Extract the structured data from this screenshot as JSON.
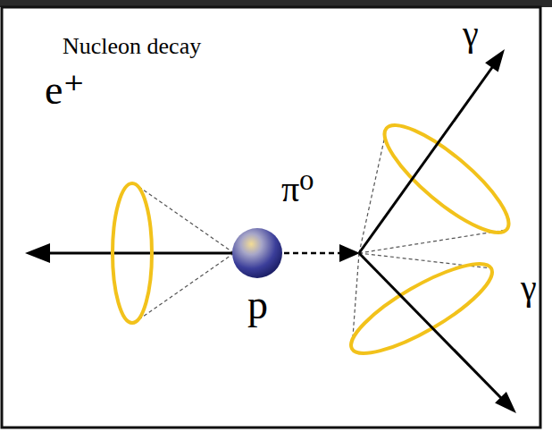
{
  "diagram": {
    "title": "Nucleon decay",
    "labels": [
      "e⁺",
      "π⁰",
      "γ",
      "γ",
      "p"
    ]
  }
}
